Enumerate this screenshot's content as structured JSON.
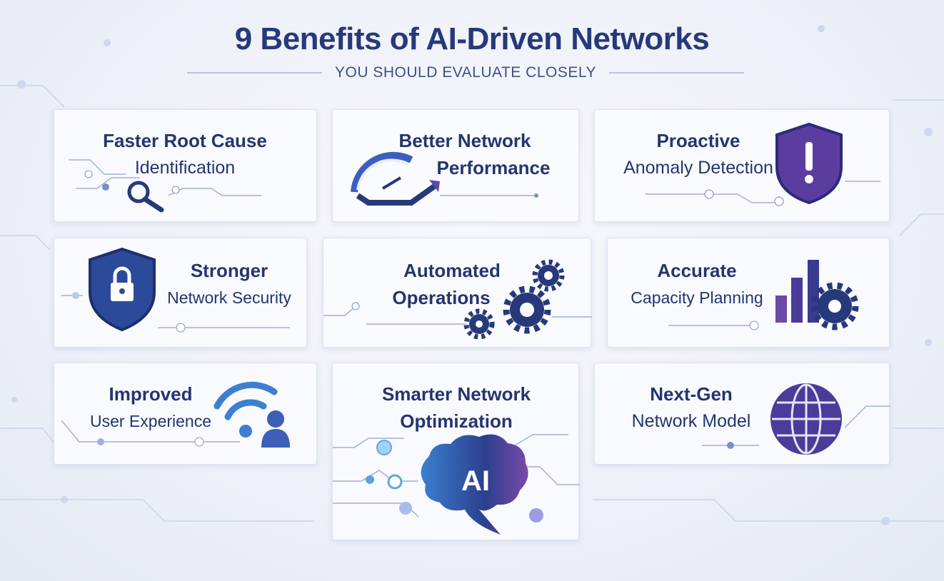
{
  "header": {
    "title": "9 Benefits of AI-Driven Networks",
    "subtitle": "YOU SHOULD EVALUATE CLOSELY"
  },
  "cards": [
    {
      "line1": "Faster Root Cause",
      "line2": "Identification",
      "icon": "magnifier-icon"
    },
    {
      "line1": "Better Network",
      "line2": "Performance",
      "icon": "gauge-icon"
    },
    {
      "line1": "Proactive",
      "line2": "Anomaly Detection",
      "icon": "shield-alert-icon"
    },
    {
      "line1": "Stronger",
      "line2": "Network Security",
      "icon": "shield-lock-icon"
    },
    {
      "line1": "Automated",
      "line2": "Operations",
      "icon": "gears-icon"
    },
    {
      "line1": "Accurate",
      "line2": "Capacity Planning",
      "icon": "bar-chart-gear-icon"
    },
    {
      "line1": "Improved",
      "line2": "User Experience",
      "icon": "wifi-user-icon"
    },
    {
      "line1": "Smarter Network",
      "line2": "Optimization",
      "icon": "ai-brain-icon",
      "badge": "AI"
    },
    {
      "line1": "Next-Gen",
      "line2": "Network Model",
      "icon": "globe-icon"
    }
  ],
  "colors": {
    "title": "#27397a",
    "accent_blue": "#3b5fc0",
    "accent_purple": "#6a4aa8"
  }
}
